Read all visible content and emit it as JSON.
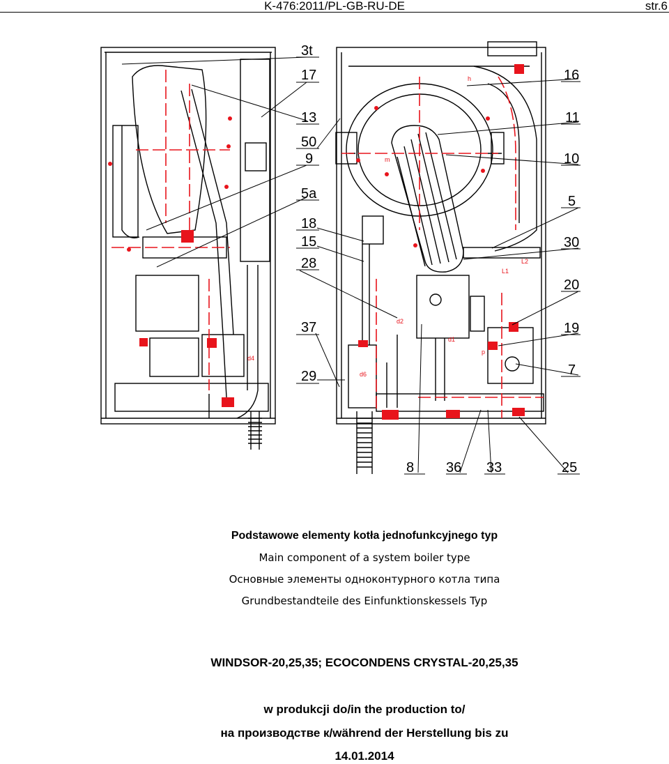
{
  "header": {
    "doc_id": "K-476:2011/PL-GB-RU-DE",
    "page": "str.6"
  },
  "callouts": {
    "left": [
      "3t",
      "17",
      "13",
      "50",
      "9",
      "5a",
      "18",
      "15",
      "28",
      "37",
      "29"
    ],
    "right": [
      "16",
      "11",
      "10",
      "5",
      "30",
      "20",
      "19",
      "7"
    ],
    "bottom": [
      "8",
      "36",
      "33",
      "25"
    ]
  },
  "small_labels": [
    "h",
    "m",
    "L1",
    "L2",
    "p",
    "d1",
    "d2",
    "d4",
    "d6"
  ],
  "captions": {
    "pl": "Podstawowe elementy kotła jednofunkcyjnego typ",
    "en": "Main component of a system boiler type",
    "ru": "Основные элементы  одноконтурного котла типа",
    "de": "Grundbestandteile des Einfunktionskessels Typ",
    "models": "WINDSOR-20,25,35; ECOCONDENS CRYSTAL-20,25,35",
    "prod_line1": "w produkcji do/in the production to/",
    "prod_line2": "на производстве к/während der Herstellung bis zu",
    "date": "14.01.2014"
  },
  "colors": {
    "line": "#000000",
    "accent": "#e8141c"
  }
}
